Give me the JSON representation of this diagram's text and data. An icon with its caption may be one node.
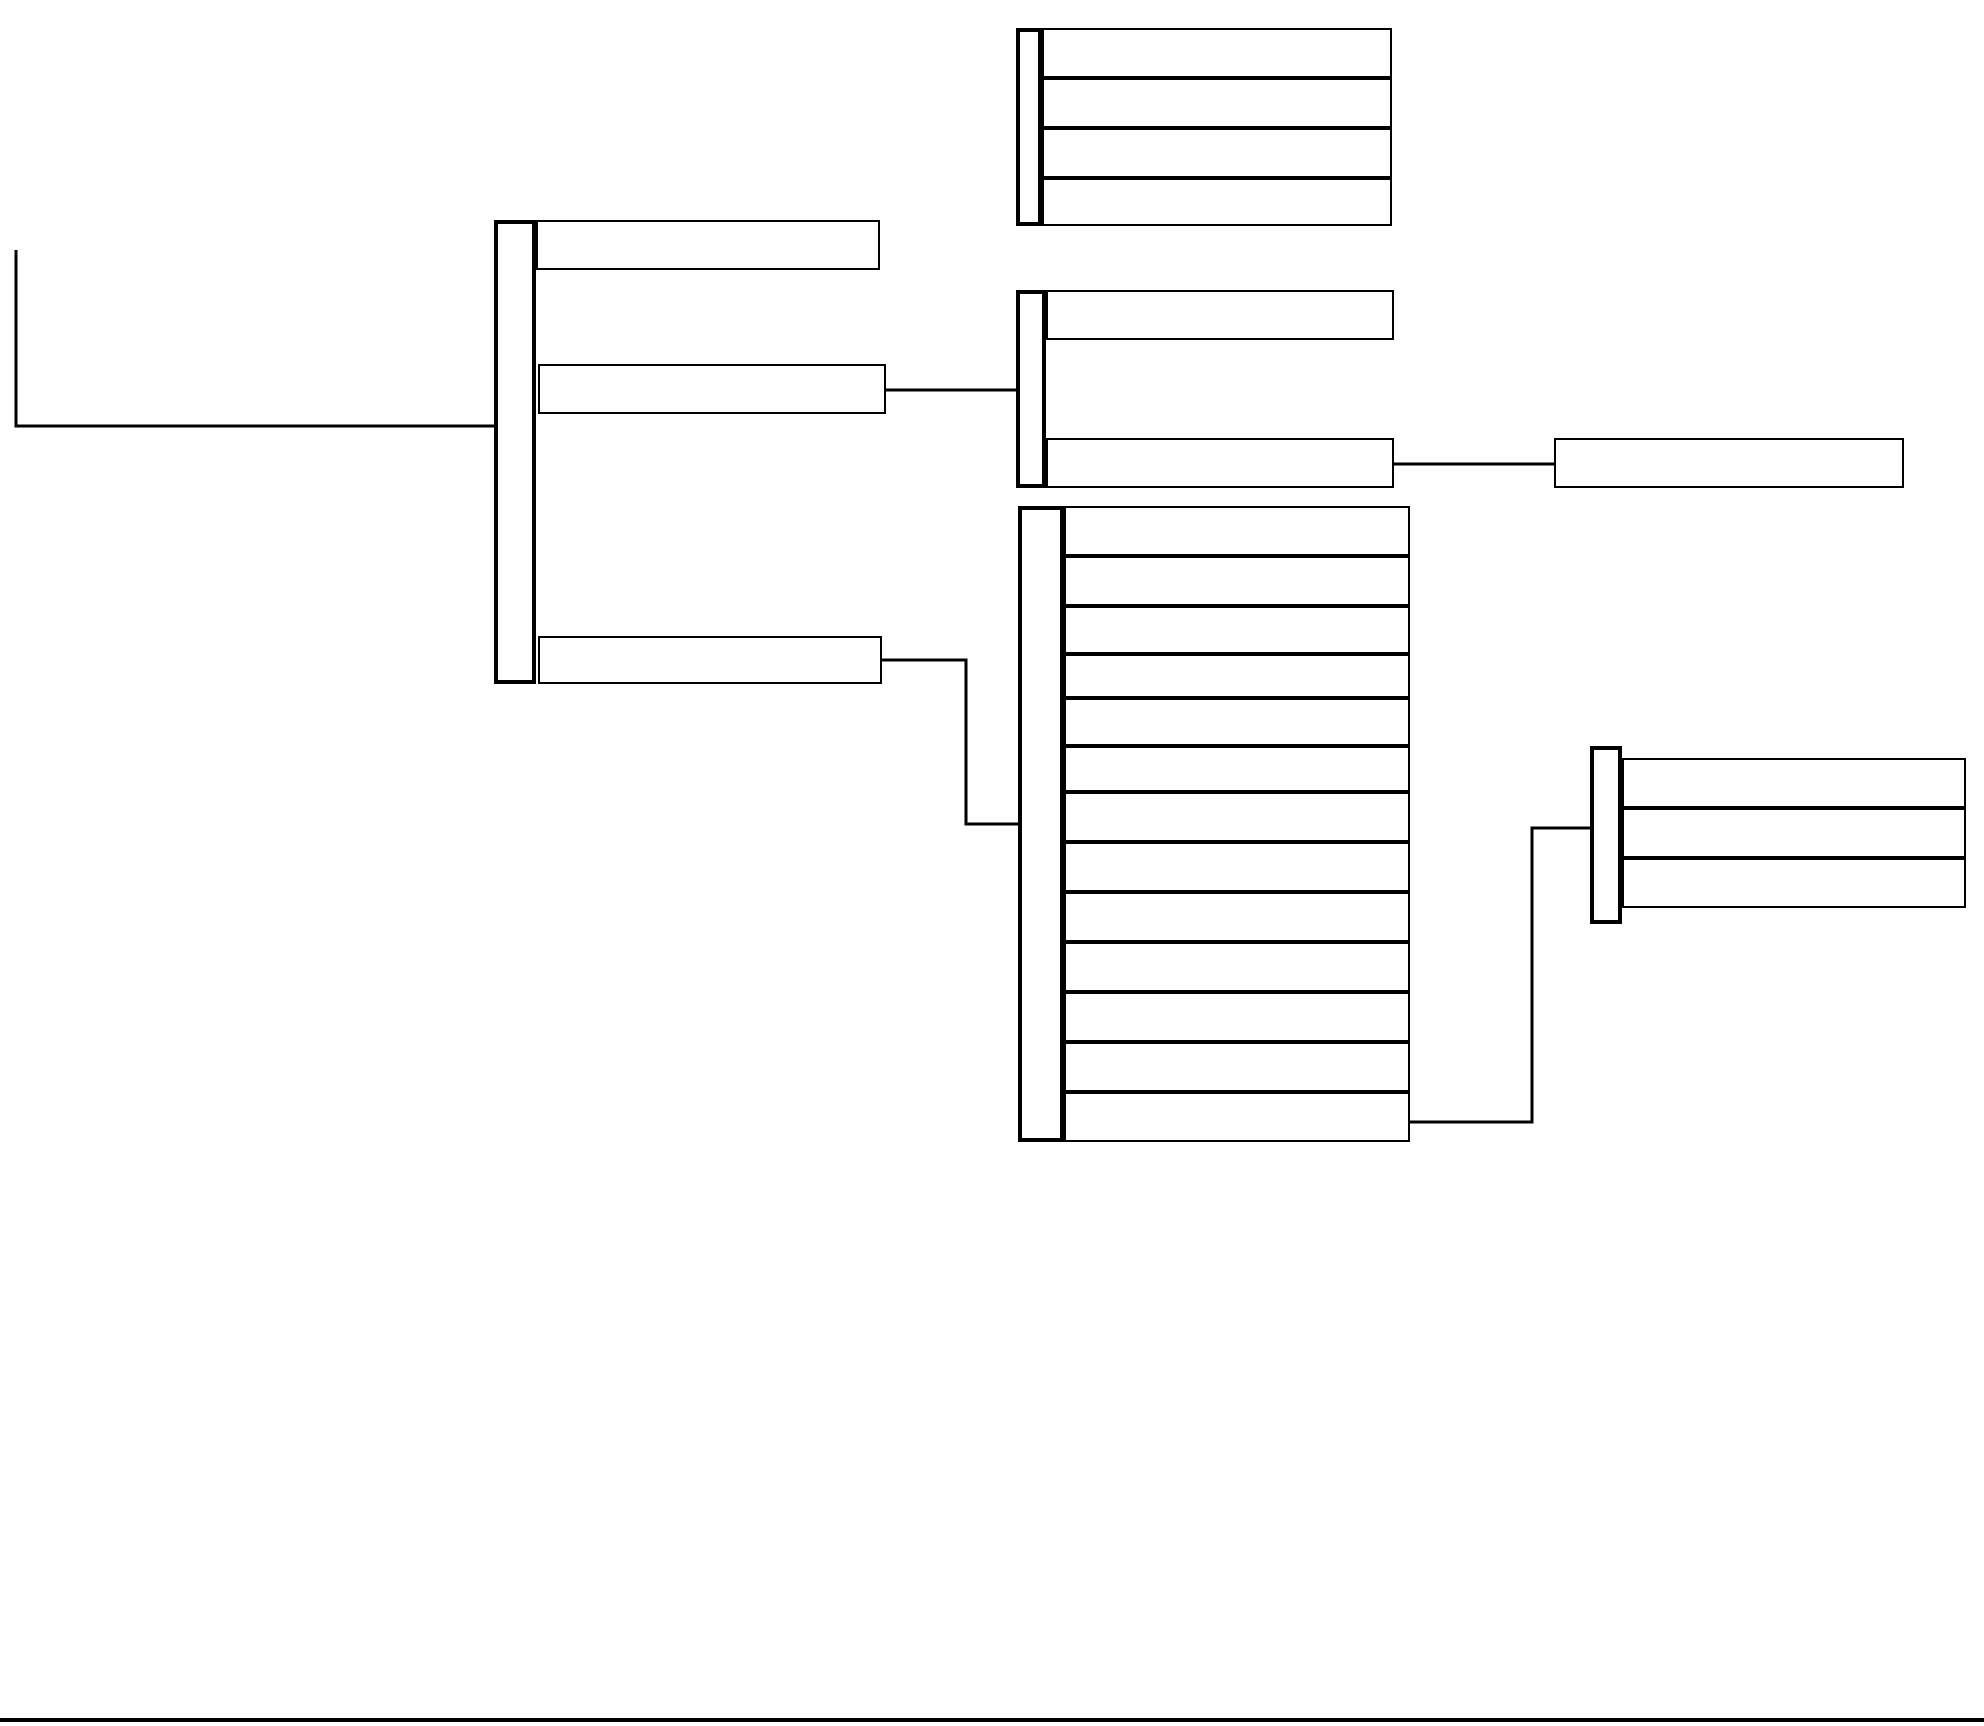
{
  "diagram": {
    "nodes": [
      {
        "text": [],
        "shape": "bar"
      },
      {
        "text": [],
        "shape": "box"
      },
      {
        "text": [],
        "shape": "box"
      },
      {
        "text": [],
        "shape": "box"
      },
      {
        "text": [],
        "shape": "bar"
      },
      {
        "text": [],
        "shape": "box"
      },
      {
        "text": [],
        "shape": "box"
      },
      {
        "text": [],
        "shape": "box"
      },
      {
        "text": [],
        "shape": "box"
      },
      {
        "text": [],
        "shape": "bar"
      },
      {
        "text": [],
        "shape": "box"
      },
      {
        "text": [],
        "shape": "box"
      },
      {
        "text": [],
        "shape": "box"
      },
      {
        "text": [],
        "shape": "bar"
      },
      {
        "text": [],
        "shape": "box"
      },
      {
        "text": [],
        "shape": "box"
      },
      {
        "text": [],
        "shape": "box"
      },
      {
        "text": [],
        "shape": "box"
      },
      {
        "text": [],
        "shape": "box"
      },
      {
        "text": [],
        "shape": "box"
      },
      {
        "text": [],
        "shape": "box"
      },
      {
        "text": [],
        "shape": "box"
      },
      {
        "text": [],
        "shape": "box"
      },
      {
        "text": [],
        "shape": "box"
      },
      {
        "text": [],
        "shape": "box"
      },
      {
        "text": [],
        "shape": "box"
      },
      {
        "text": [],
        "shape": "box"
      },
      {
        "text": [],
        "shape": "bar"
      },
      {
        "text": [],
        "shape": "box"
      },
      {
        "text": [],
        "shape": "box"
      },
      {
        "text": [],
        "shape": "box"
      }
    ],
    "edges": [
      {
        "from": null,
        "to": 0,
        "arrow": "none"
      },
      {
        "from": 2,
        "to": 9,
        "arrow": "none"
      },
      {
        "from": 3,
        "to": 13,
        "arrow": "none"
      },
      {
        "from": 11,
        "to": 12,
        "arrow": "none"
      },
      {
        "from": 26,
        "to": 27,
        "arrow": "none"
      }
    ]
  }
}
